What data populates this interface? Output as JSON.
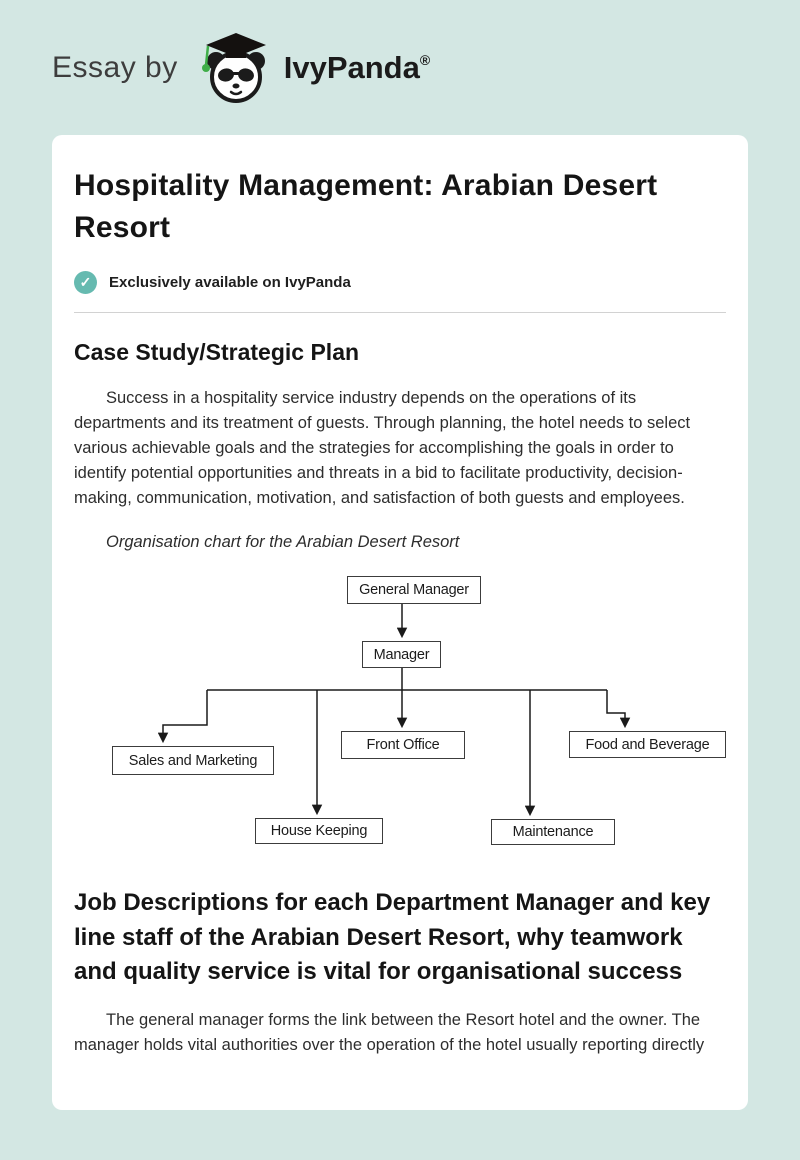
{
  "header": {
    "essay_by": "Essay by",
    "brand": "IvyPanda",
    "registered": "®",
    "logo_icon": "panda-graduation-cap"
  },
  "icons": {
    "check_glyph": "✓"
  },
  "colors": {
    "page_bg": "#d3e7e3",
    "card_bg": "#ffffff",
    "check_badge": "#66bab0",
    "tassel_green": "#3fae49",
    "line_color": "#1a1a1a"
  },
  "article": {
    "title": "Hospitality Management: Arabian Desert Resort",
    "exclusive_note": "Exclusively available on IvyPanda",
    "section1_heading": "Case Study/Strategic Plan",
    "paragraph1": "Success in a hospitality service industry depends on the operations of its departments and its treatment of guests. Through planning, the hotel needs to select various achievable goals and the strategies for accomplishing the goals in order to identify potential opportunities and threats in a bid to facilitate productivity, decision-making, communication, motivation, and satisfaction of both guests and employees.",
    "chart_caption": "Organisation chart for the Arabian Desert Resort",
    "section2_heading": "Job Descriptions for each Department Manager and key line staff of the Arabian Desert Resort, why teamwork and quality service is vital for organisational success",
    "paragraph2": "The general manager forms the link between the Resort hotel and the owner. The manager holds vital authorities over the operation of the hotel usually reporting directly"
  },
  "org_chart": {
    "type": "organisation-chart",
    "root": "General Manager",
    "hierarchy": "General Manager > Manager > [Sales and Marketing, Front Office, Food and Beverage, House Keeping, Maintenance]",
    "nodes": {
      "general_manager": "General Manager",
      "manager": "Manager",
      "sales": "Sales and Marketing",
      "front_office": "Front Office",
      "food_beverage": "Food and Beverage",
      "house_keeping": "House Keeping",
      "maintenance": "Maintenance"
    }
  }
}
